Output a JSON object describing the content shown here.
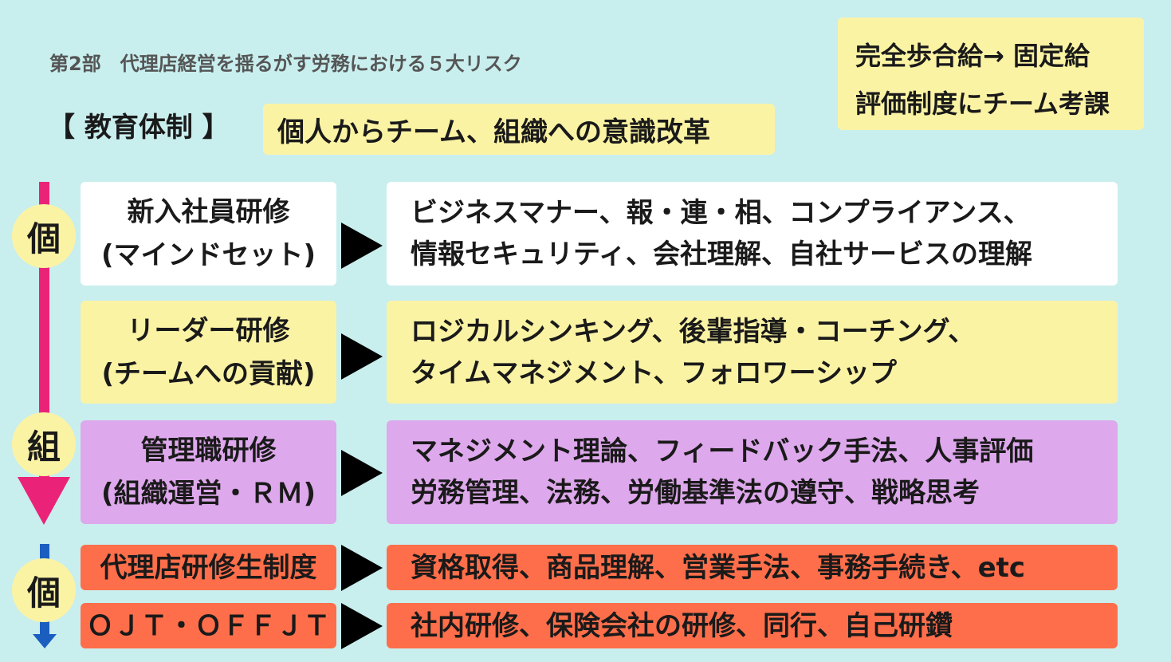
{
  "header": {
    "subtitle": "第2部　代理店経営を揺るがす労務における５大リスク",
    "section": "【 教育体制 】",
    "banner": "個人からチーム、組織への意識改革"
  },
  "note": {
    "line1": "完全歩合給→ 固定給",
    "line2": "評価制度にチーム考課"
  },
  "axis_labels": {
    "individual_top": "個",
    "organization": "組",
    "individual_bottom": "個"
  },
  "rows": [
    {
      "title": "新入社員研修",
      "subtitle": "(マインドセット)",
      "content": [
        "ビジネスマナー、報・連・相、コンプライアンス、",
        "情報セキュリティ、会社理解、自社サービスの理解"
      ]
    },
    {
      "title": "リーダー研修",
      "subtitle": "(チームへの貢献)",
      "content": [
        "ロジカルシンキング、後輩指導・コーチング、",
        "タイムマネジメント、フォロワーシップ"
      ]
    },
    {
      "title": "管理職研修",
      "subtitle": "(組織運営・ＲＭ)",
      "content": [
        "マネジメント理論、フィードバック手法、人事評価",
        "労務管理、法務、労働基準法の遵守、戦略思考"
      ]
    },
    {
      "title": "代理店研修生制度",
      "content": [
        "資格取得、商品理解、営業手法、事務手続き、etc"
      ]
    },
    {
      "title": "ＯＪＴ・ＯＦＦＪＴ",
      "content": [
        "社内研修、保険会社の研修、同行、自己研鑽"
      ]
    }
  ],
  "colors": {
    "background": "#c9eeee",
    "yellow": "#fbf3a4",
    "purple": "#dea8ec",
    "orange": "#ff6e4a",
    "pink_arrow": "#ea2378",
    "blue_arrow": "#1a5fc0"
  }
}
